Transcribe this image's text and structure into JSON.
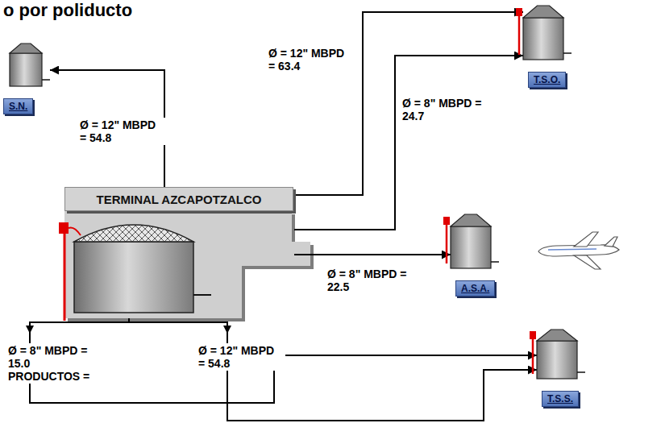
{
  "diagram": {
    "title": "o por poliducto",
    "nodes": [
      {
        "text": [
          "S.N."
        ]
      },
      {
        "text": [
          "T.S.O."
        ]
      },
      {
        "text": [
          "TERMINAL AZCAPOTZALCO"
        ]
      },
      {
        "text": [
          "A.S.A."
        ]
      },
      {
        "text": [
          "T.S.S."
        ]
      }
    ],
    "edges": [
      {
        "from": 2,
        "to": 0,
        "arrow": "to",
        "label": "Ø = 12\" MBPD = 54.8"
      },
      {
        "from": 2,
        "to": 1,
        "arrow": "to",
        "label": "Ø = 12\" MBPD = 63.4"
      },
      {
        "from": 2,
        "to": 1,
        "arrow": "to",
        "label": "Ø = 8\" MBPD = 24.7"
      },
      {
        "from": 2,
        "to": 3,
        "arrow": "to",
        "label": "Ø = 8\" MBPD = 22.5"
      },
      {
        "from": 2,
        "to": 4,
        "arrow": "to",
        "label": "Ø = 8\" MBPD = 15.0 PRODUCTOS ="
      },
      {
        "from": 2,
        "to": 4,
        "arrow": "to",
        "label": "Ø = 12\" MBPD = 54.8"
      }
    ]
  }
}
